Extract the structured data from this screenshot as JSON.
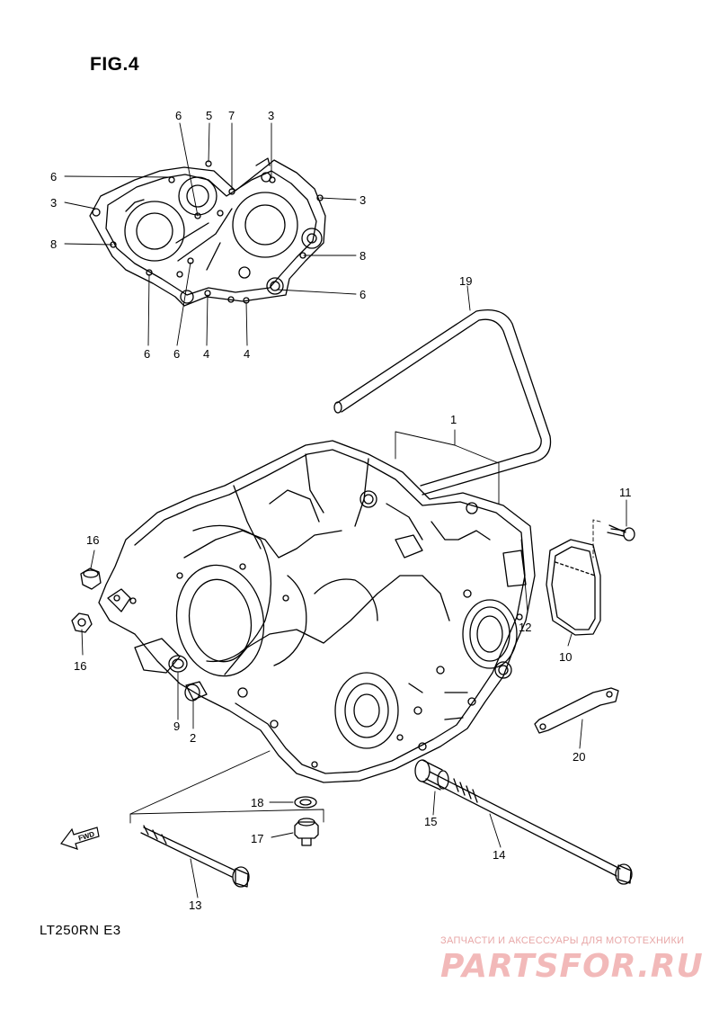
{
  "figure": {
    "title": "FIG.4",
    "model": "LT250RN  E3"
  },
  "watermark": {
    "caption": "ЗАПЧАСТИ И АКСЕССУАРЫ ДЛЯ МОТОТЕХНИКИ",
    "brand": "PARTSFOR.RU"
  },
  "fwd_label": "FWD",
  "callouts": {
    "c1": "1",
    "c2": "2",
    "c3a": "3",
    "c3b": "3",
    "c3c": "3",
    "c4a": "4",
    "c4b": "4",
    "c5": "5",
    "c6a": "6",
    "c6b": "6",
    "c6c": "6",
    "c6d": "6",
    "c6e": "6",
    "c7": "7",
    "c8a": "8",
    "c8b": "8",
    "c9": "9",
    "c10": "10",
    "c11": "11",
    "c12": "12",
    "c13": "13",
    "c14": "14",
    "c15": "15",
    "c16a": "16",
    "c16b": "16",
    "c17": "17",
    "c18": "18",
    "c19": "19",
    "c20": "20"
  },
  "colors": {
    "line": "#000000",
    "background": "#ffffff",
    "watermark": "#f2b9b9"
  }
}
